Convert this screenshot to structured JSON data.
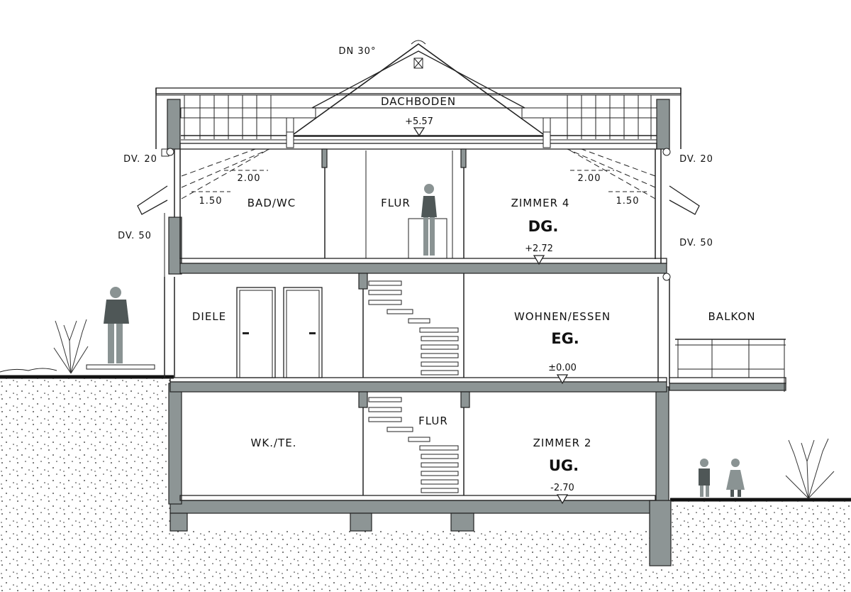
{
  "roof": {
    "pitch": "DN 30°",
    "attic": "DACHBODEN"
  },
  "levels": {
    "attic": "+5.57",
    "dg": "+2.72",
    "eg": "±0.00",
    "ug": "-2.70"
  },
  "dg": {
    "code": "DG.",
    "rooms": [
      "BAD/WC",
      "FLUR",
      "ZIMMER 4"
    ],
    "slope_heights": {
      "left_upper": "2.00",
      "left_lower": "1.50",
      "right_upper": "2.00",
      "right_lower": "1.50"
    }
  },
  "eg": {
    "code": "EG.",
    "rooms": [
      "DIELE",
      "WOHNEN/ESSEN"
    ],
    "exterior": "BALKON"
  },
  "ug": {
    "code": "UG.",
    "rooms": [
      "WK./TE.",
      "FLUR",
      "ZIMMER 2"
    ]
  },
  "eaves": {
    "left_dv20": "DV. 20",
    "left_dv50": "DV. 50",
    "right_dv20": "DV. 20",
    "right_dv50": "DV. 50"
  },
  "colors": {
    "wall": "#8d9595",
    "line": "#222222",
    "figure": "#8a9393"
  }
}
